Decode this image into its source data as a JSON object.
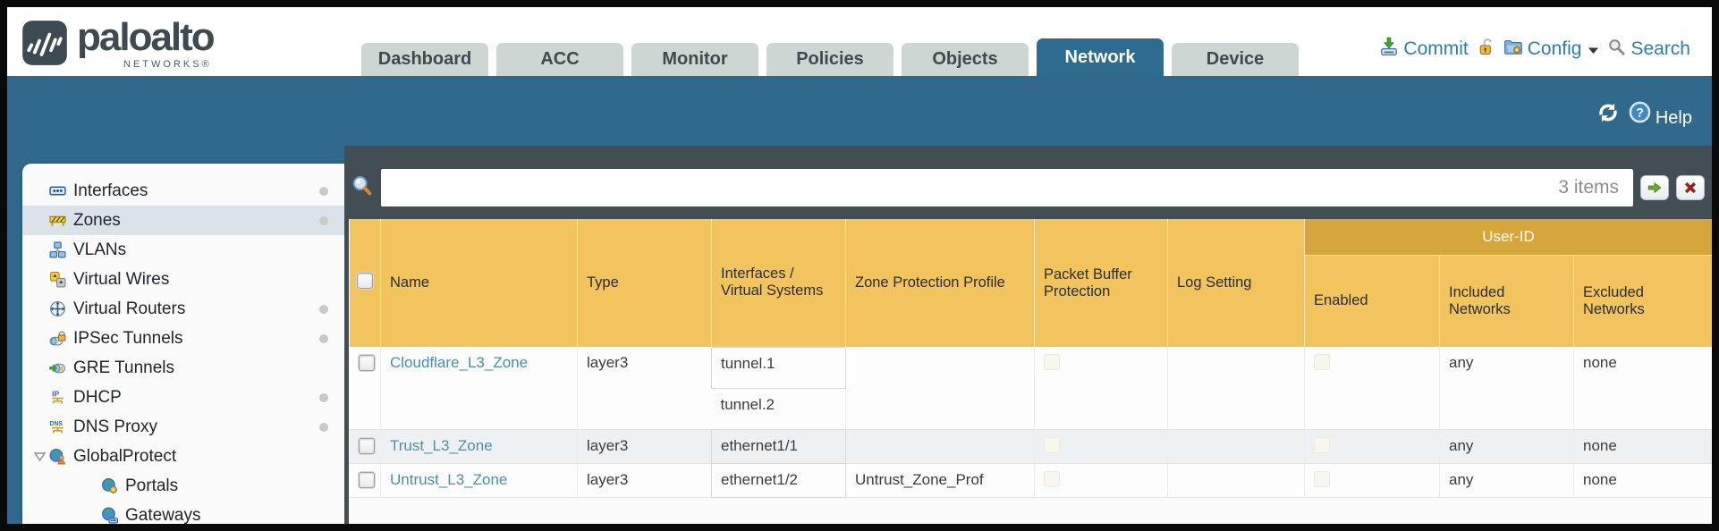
{
  "brand": {
    "name": "paloalto",
    "sub": "NETWORKS®"
  },
  "nav": {
    "tabs": [
      {
        "label": "Dashboard",
        "active": false
      },
      {
        "label": "ACC",
        "active": false
      },
      {
        "label": "Monitor",
        "active": false
      },
      {
        "label": "Policies",
        "active": false
      },
      {
        "label": "Objects",
        "active": false
      },
      {
        "label": "Network",
        "active": true
      },
      {
        "label": "Device",
        "active": false
      }
    ]
  },
  "quick": {
    "commit": "Commit",
    "config": "Config",
    "search": "Search"
  },
  "teal": {
    "help": "Help"
  },
  "sidebar": {
    "selected": "Zones",
    "items": [
      {
        "label": "Interfaces",
        "icon": "interfaces-icon",
        "dot": true
      },
      {
        "label": "Zones",
        "icon": "zones-icon",
        "dot": true,
        "selected": true
      },
      {
        "label": "VLANs",
        "icon": "vlans-icon",
        "dot": false
      },
      {
        "label": "Virtual Wires",
        "icon": "virtual-wires-icon",
        "dot": false
      },
      {
        "label": "Virtual Routers",
        "icon": "virtual-routers-icon",
        "dot": true
      },
      {
        "label": "IPSec Tunnels",
        "icon": "ipsec-tunnels-icon",
        "dot": true
      },
      {
        "label": "GRE Tunnels",
        "icon": "gre-tunnels-icon",
        "dot": false
      },
      {
        "label": "DHCP",
        "icon": "dhcp-icon",
        "dot": true
      },
      {
        "label": "DNS Proxy",
        "icon": "dns-proxy-icon",
        "dot": true
      },
      {
        "label": "GlobalProtect",
        "icon": "globalprotect-icon",
        "dot": false,
        "expanded": true
      },
      {
        "label": "Portals",
        "icon": "portals-icon",
        "dot": false,
        "child": true
      },
      {
        "label": "Gateways",
        "icon": "gateways-icon",
        "dot": false,
        "child": true
      }
    ]
  },
  "search_row": {
    "value": "",
    "count": "3 items"
  },
  "table": {
    "group_header": "User-ID",
    "headers": [
      "Name",
      "Type",
      "Interfaces / Virtual Systems",
      "Zone Protection Profile",
      "Packet Buffer Protection",
      "Log Setting"
    ],
    "user_id_headers": [
      "Enabled",
      "Included Networks",
      "Excluded Networks"
    ],
    "rows": [
      {
        "name": "Cloudflare_L3_Zone",
        "type": "layer3",
        "interfaces": [
          "tunnel.1",
          "tunnel.2"
        ],
        "zone_protection_profile": "",
        "packet_buffer_protection": false,
        "log_setting": "",
        "user_id_enabled": false,
        "included_networks": "any",
        "excluded_networks": "none"
      },
      {
        "name": "Trust_L3_Zone",
        "type": "layer3",
        "interfaces": [
          "ethernet1/1"
        ],
        "zone_protection_profile": "",
        "packet_buffer_protection": false,
        "log_setting": "",
        "user_id_enabled": false,
        "included_networks": "any",
        "excluded_networks": "none"
      },
      {
        "name": "Untrust_L3_Zone",
        "type": "layer3",
        "interfaces": [
          "ethernet1/2"
        ],
        "zone_protection_profile": "Untrust_Zone_Prof",
        "packet_buffer_protection": false,
        "log_setting": "",
        "user_id_enabled": false,
        "included_networks": "any",
        "excluded_networks": "none"
      }
    ]
  },
  "colors": {
    "teal_band": "#31698c",
    "slate": "#424d54",
    "header_orange": "#f1c45d",
    "user_id_band": "#d6a63c",
    "link": "#4a8fb0",
    "tab_inactive": "#ccd6d2",
    "tab_active": "#2f6b8e",
    "selected_row": "#dbe3e9"
  }
}
